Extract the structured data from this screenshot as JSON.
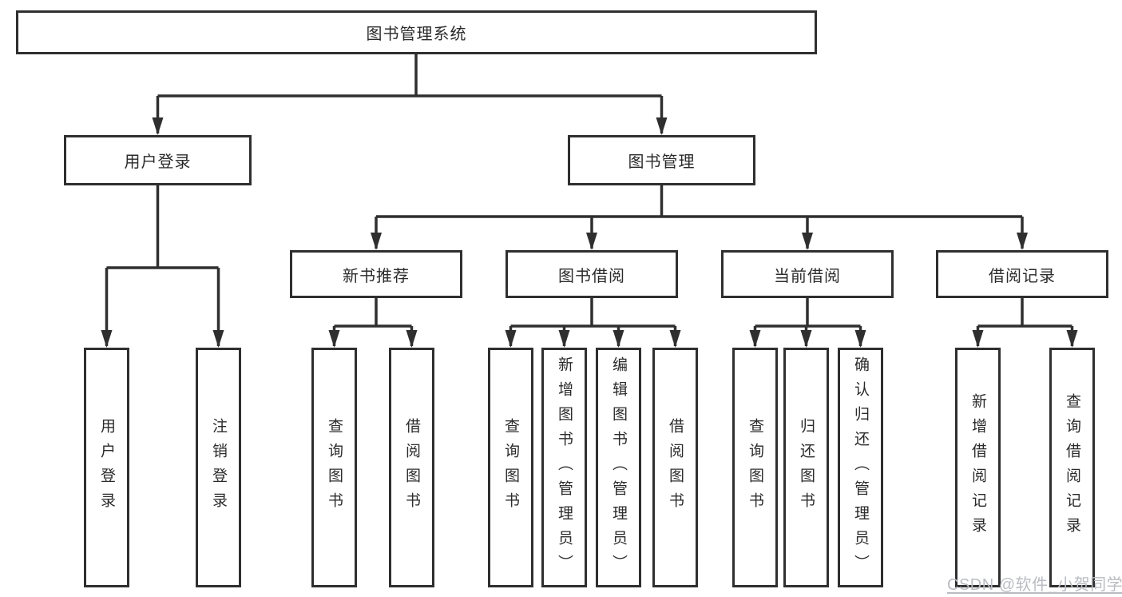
{
  "page": {
    "background": "#ffffff",
    "line_color": "#2f2f2f",
    "text_color": "#2b2b2b"
  },
  "diagram": {
    "root": {
      "label": "图书管理系统"
    },
    "branches": [
      {
        "label": "用户登录",
        "children": [
          "用户登录",
          "注销登录"
        ]
      },
      {
        "label": "图书管理",
        "modules": [
          {
            "label": "新书推荐",
            "children": [
              "查询图书",
              "借阅图书"
            ]
          },
          {
            "label": "图书借阅",
            "children": [
              "查询图书",
              "新增图书（管理员）",
              "编辑图书（管理员）",
              "借阅图书"
            ]
          },
          {
            "label": "当前借阅",
            "children": [
              "查询图书",
              "归还图书",
              "确认归还（管理员）"
            ]
          },
          {
            "label": "借阅记录",
            "children": [
              "新增借阅记录",
              "查询借阅记录"
            ]
          }
        ]
      }
    ]
  },
  "watermark": {
    "text": "CSDN @软件_小贺同学",
    "color": "#b9bcc2"
  }
}
